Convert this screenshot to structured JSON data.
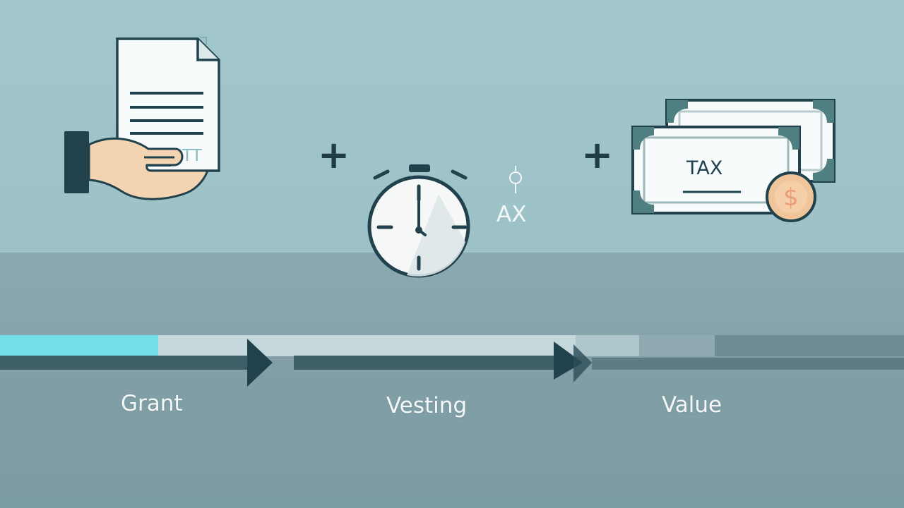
{
  "scene": {
    "operators": {
      "first": "+",
      "second": "+"
    },
    "icons": {
      "grant": "document-handoff-icon",
      "vesting": "stopwatch-icon",
      "value": "tax-banknotes-icon",
      "coin": "dollar-coin-icon"
    },
    "texts": {
      "document_mark": "TT",
      "small_tax_mark": "AX",
      "note_tax_label": "TAX",
      "coin_symbol": "$"
    },
    "stages": [
      {
        "label": "Grant"
      },
      {
        "label": "Vesting"
      },
      {
        "label": "Value"
      }
    ],
    "colors": {
      "top_background": "#9fc5ca",
      "mid_background": "#86a3aa",
      "bottom_background": "#7f9ea5",
      "progress_highlight": "#74dfe6",
      "track_light": "#c4d7db",
      "dark_navy": "#21424d",
      "teal_accent": "#4f7f80",
      "paper": "#f7fbfc",
      "skin": "#f3d3b1",
      "coin": "#f0c59a"
    }
  }
}
